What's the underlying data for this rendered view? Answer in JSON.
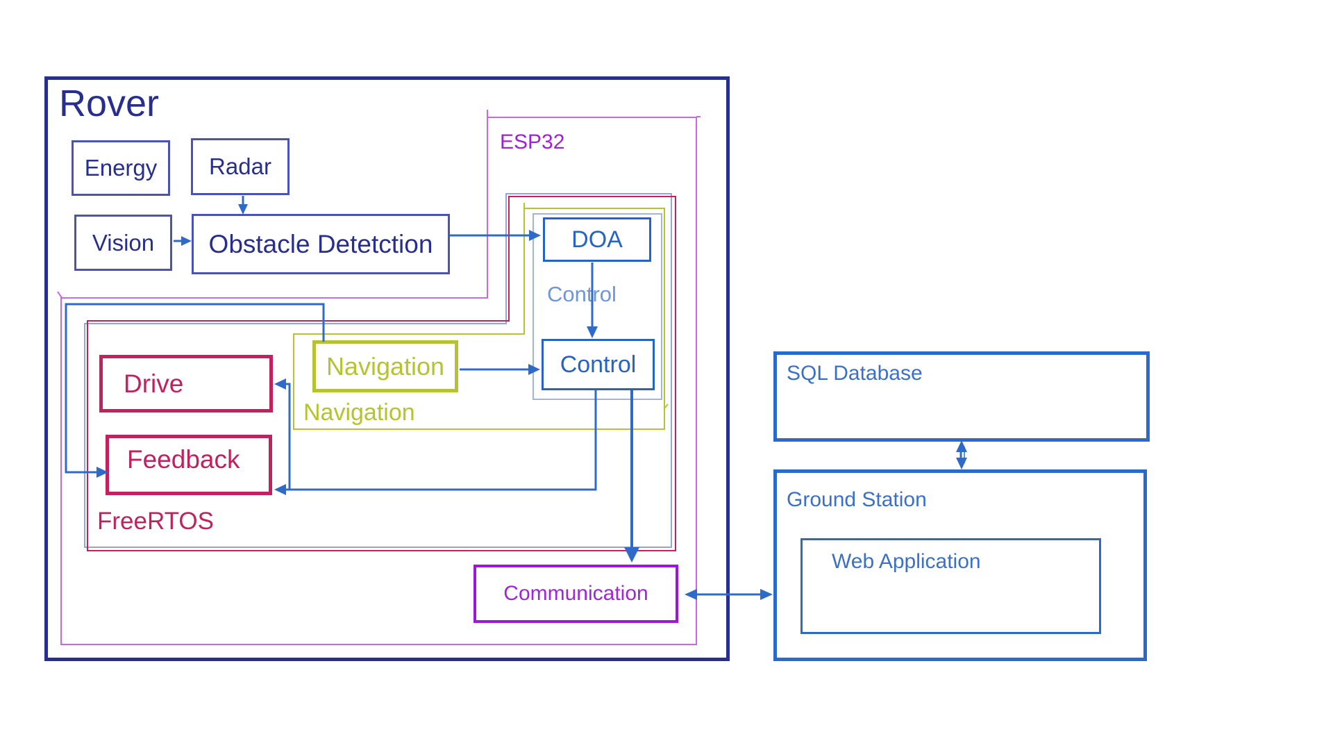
{
  "diagram": {
    "title": "Rover system architecture diagram",
    "colors": {
      "rover_border": "#272E8E",
      "sensor_border": "#4A52B8",
      "arrow_blue": "#2E6AC8",
      "esp32_line": "#C969E2",
      "esp32_text": "#A21FD6",
      "freertos_crimson": "#C2215F",
      "navigation_yellow_green": "#B5C42E",
      "control_group_blue": "#9FB4E4",
      "communication_purple": "#9C16DC",
      "ground_station_blue": "#2A6AC8"
    },
    "containers": {
      "rover": {
        "label": "Rover"
      },
      "esp32": {
        "label": "ESP32"
      },
      "freertos": {
        "label": "FreeRTOS"
      },
      "navigation_group": {
        "label": "Navigation"
      },
      "control_group": {
        "label": "Control"
      }
    },
    "nodes": {
      "energy": {
        "label": "Energy"
      },
      "radar": {
        "label": "Radar"
      },
      "vision": {
        "label": "Vision"
      },
      "obstacle": {
        "label": "Obstacle Detetction"
      },
      "doa": {
        "label": "DOA"
      },
      "control": {
        "label": "Control"
      },
      "navigation": {
        "label": "Navigation"
      },
      "drive": {
        "label": "Drive"
      },
      "feedback": {
        "label": "Feedback"
      },
      "communication": {
        "label": "Communication"
      },
      "sql_database": {
        "label": "SQL Database"
      },
      "ground_station": {
        "label": "Ground Station"
      },
      "web_application": {
        "label": "Web Application"
      }
    },
    "edges": [
      {
        "from": "Radar",
        "to": "Obstacle Detetction",
        "type": "arrow"
      },
      {
        "from": "Vision",
        "to": "Obstacle Detetction",
        "type": "arrow"
      },
      {
        "from": "Obstacle Detetction",
        "to": "DOA",
        "type": "arrow"
      },
      {
        "from": "DOA",
        "to": "Control",
        "type": "arrow"
      },
      {
        "from": "Navigation",
        "to": "Control",
        "type": "arrow"
      },
      {
        "from": "Control",
        "to": "Communication",
        "type": "arrow"
      },
      {
        "from": "Control",
        "to": "Feedback",
        "type": "arrow"
      },
      {
        "from": "Control",
        "to": "Drive",
        "type": "arrow"
      },
      {
        "from": "Navigation",
        "to": "Feedback",
        "type": "arrow-left-routed"
      },
      {
        "from": "Communication",
        "to": "Ground Station",
        "type": "double-arrow"
      },
      {
        "from": "SQL Database",
        "to": "Ground Station",
        "type": "double-arrow"
      }
    ]
  }
}
